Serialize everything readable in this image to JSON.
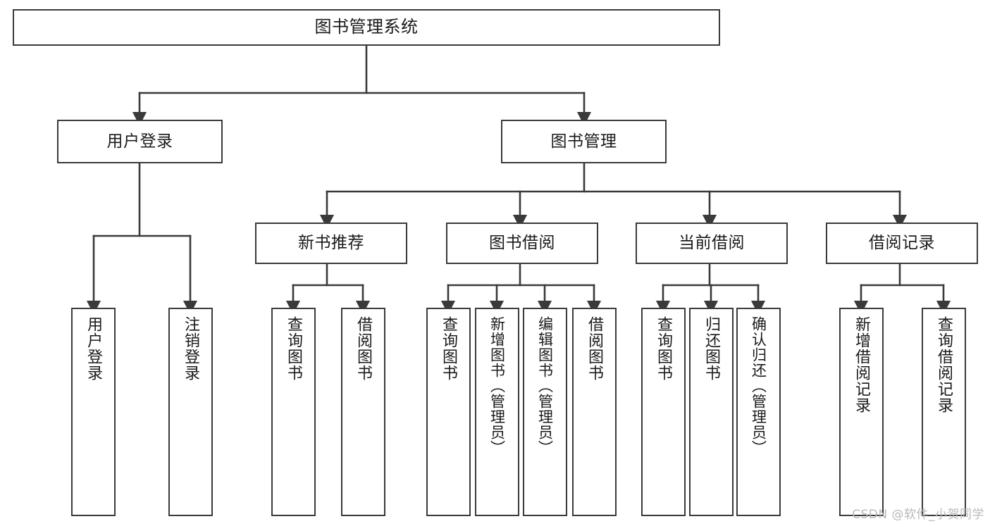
{
  "diagram": {
    "title": "图书管理系统",
    "type": "tree",
    "stroke_color": "#3a3a3a",
    "background_color": "#ffffff",
    "text_color": "#1a1a1a",
    "watermark": "CSDN @软件_小贺同学"
  },
  "nodes": {
    "root": {
      "label": "图书管理系统"
    },
    "level2": [
      {
        "id": "user-login",
        "label": "用户登录"
      },
      {
        "id": "book-manage",
        "label": "图书管理"
      }
    ],
    "level3": [
      {
        "id": "new-book-recommend",
        "label": "新书推荐"
      },
      {
        "id": "book-borrow",
        "label": "图书借阅"
      },
      {
        "id": "current-borrow",
        "label": "当前借阅"
      },
      {
        "id": "borrow-record",
        "label": "借阅记录"
      }
    ],
    "leaves": [
      {
        "id": "leaf-user-login",
        "label": "用户登录",
        "parent": "user-login"
      },
      {
        "id": "leaf-user-logout",
        "label": "注销登录",
        "parent": "user-login"
      },
      {
        "id": "leaf-query-book-1",
        "label": "查询图书",
        "parent": "new-book-recommend"
      },
      {
        "id": "leaf-borrow-book-1",
        "label": "借阅图书",
        "parent": "new-book-recommend"
      },
      {
        "id": "leaf-query-book-2",
        "label": "查询图书",
        "parent": "book-borrow"
      },
      {
        "id": "leaf-add-book",
        "label": "新增图书（管理员）",
        "parent": "book-borrow"
      },
      {
        "id": "leaf-edit-book",
        "label": "编辑图书（管理员）",
        "parent": "book-borrow"
      },
      {
        "id": "leaf-borrow-book-2",
        "label": "借阅图书",
        "parent": "book-borrow"
      },
      {
        "id": "leaf-query-book-3",
        "label": "查询图书",
        "parent": "current-borrow"
      },
      {
        "id": "leaf-return-book",
        "label": "归还图书",
        "parent": "current-borrow"
      },
      {
        "id": "leaf-confirm-return",
        "label": "确认归还（管理员）",
        "parent": "current-borrow"
      },
      {
        "id": "leaf-add-record",
        "label": "新增借阅记录",
        "parent": "borrow-record"
      },
      {
        "id": "leaf-query-record",
        "label": "查询借阅记录",
        "parent": "borrow-record"
      }
    ]
  }
}
